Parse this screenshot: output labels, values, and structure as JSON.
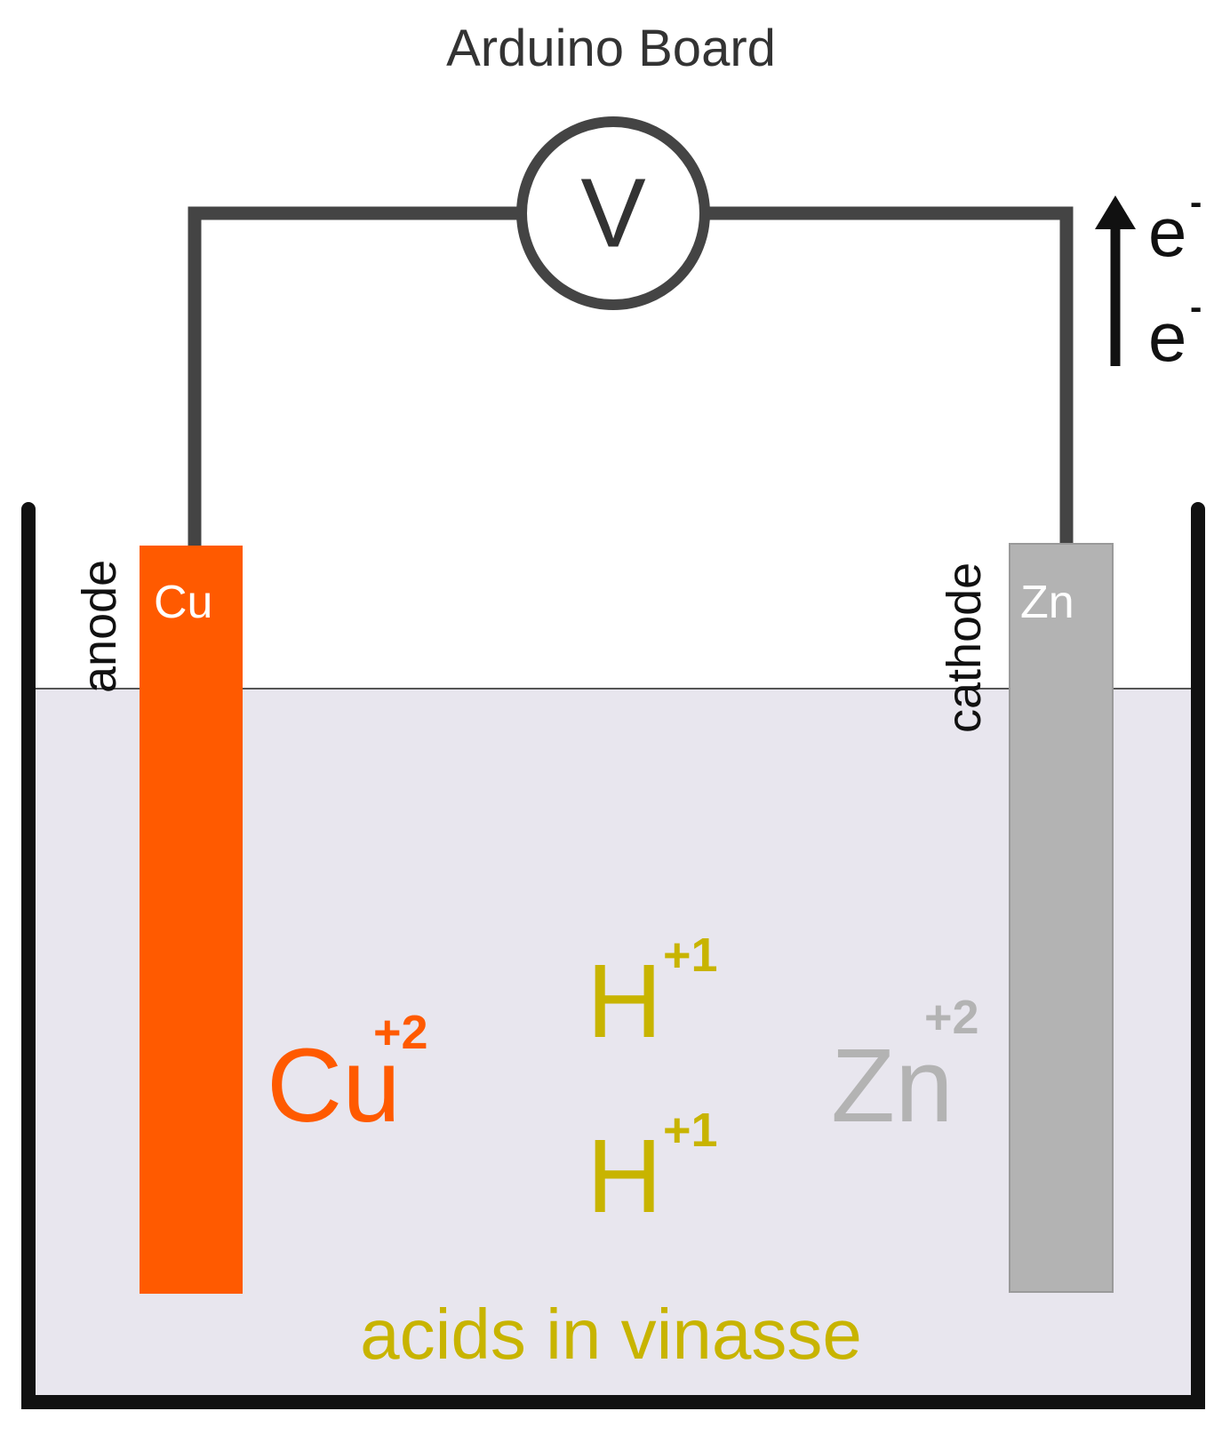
{
  "title": "Arduino Board",
  "voltmeter": {
    "symbol": "V"
  },
  "electrodes": {
    "left": {
      "symbol": "Cu",
      "role": "anode",
      "color": "#ff5a00"
    },
    "right": {
      "symbol": "Zn",
      "role": "cathode",
      "color": "#b3b3b3"
    }
  },
  "ions": {
    "copper": {
      "symbol": "Cu",
      "charge": "+2",
      "color": "#ff5a00"
    },
    "hydrogen_top": {
      "symbol": "H",
      "charge": "+1",
      "color": "#c8b400"
    },
    "hydrogen_bottom": {
      "symbol": "H",
      "charge": "+1",
      "color": "#c8b400"
    },
    "zinc": {
      "symbol": "Zn",
      "charge": "+2",
      "color": "#b3b3b3"
    }
  },
  "electrons": [
    {
      "symbol": "e",
      "charge": "-"
    },
    {
      "symbol": "e",
      "charge": "-"
    }
  ],
  "solution": {
    "label": "acids in vinasse",
    "color": "#c8b400",
    "fill": "#e8e6ee"
  },
  "colors": {
    "wire": "#444444",
    "container": "#111111"
  }
}
